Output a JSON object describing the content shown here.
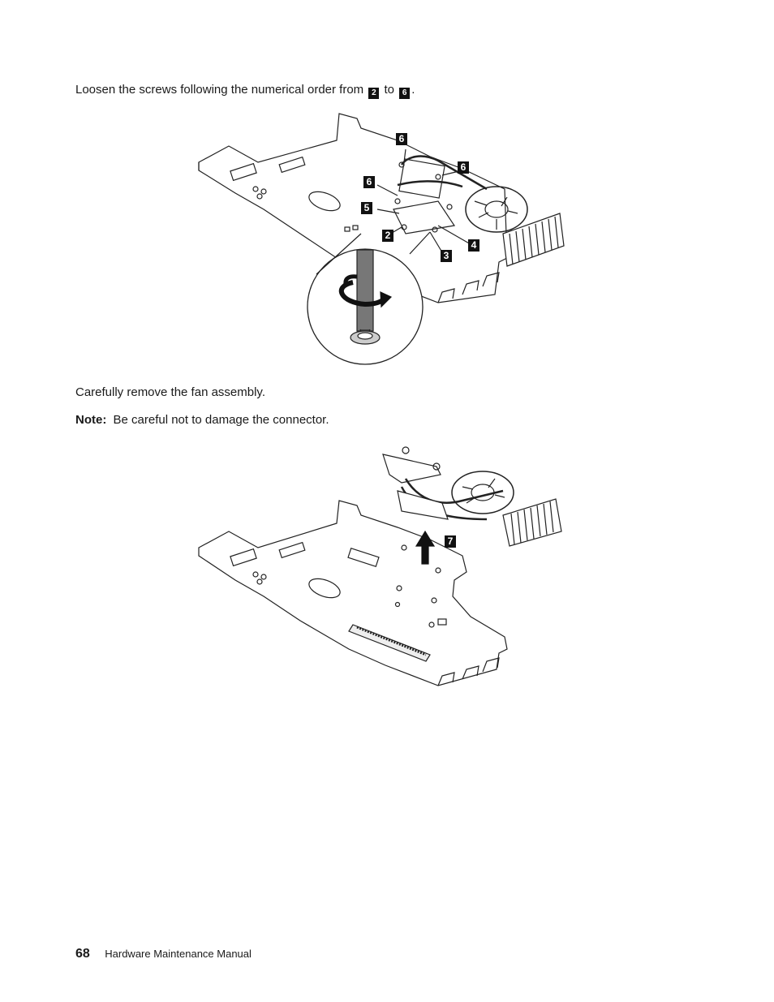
{
  "step1": {
    "text_before": "Loosen the screws following the numerical order from",
    "badge_from": "2",
    "text_mid": "to",
    "badge_to": "6",
    "text_after": "."
  },
  "figure1": {
    "callouts": [
      "6",
      "6",
      "6",
      "5",
      "2",
      "3",
      "4"
    ]
  },
  "step2": {
    "text": "Carefully remove the fan assembly."
  },
  "note": {
    "label": "Note:",
    "text": "Be careful not to damage the connector."
  },
  "figure2": {
    "callouts": [
      "7"
    ]
  },
  "footer": {
    "page_number": "68",
    "title": "Hardware Maintenance Manual"
  }
}
